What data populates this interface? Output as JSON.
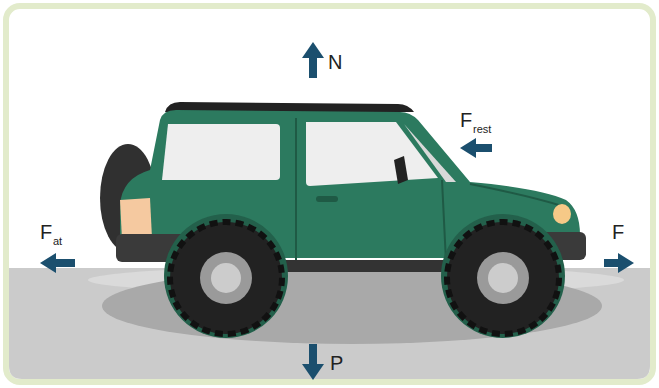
{
  "diagram": {
    "labels": [
      "N",
      "F",
      "rest",
      "F",
      "at",
      "F",
      "P"
    ]
  }
}
